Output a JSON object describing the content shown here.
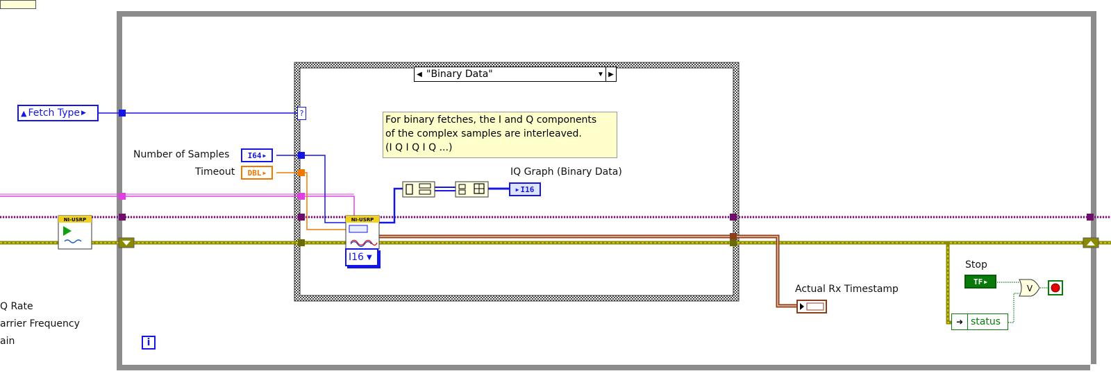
{
  "fetch_type": {
    "label": "Fetch Type"
  },
  "case_structure": {
    "selector": "\"Binary Data\""
  },
  "comment": {
    "lines": [
      "For binary fetches, the I and Q components",
      "of the complex samples are interleaved.",
      "(I Q I Q I Q ...)"
    ]
  },
  "labels": {
    "number_of_samples": "Number of Samples",
    "timeout": "Timeout",
    "iq_graph": "IQ Graph (Binary Data)",
    "actual_rx_timestamp": "Actual Rx Timestamp",
    "stop": "Stop",
    "partial_iq_rate": "Q Rate",
    "partial_carrier_frequency": "arrier Frequency",
    "partial_gain": "ain"
  },
  "terminals": {
    "i64": "I64",
    "dbl": "DBL",
    "i16_indicator": "I16",
    "tf": "TF",
    "ring": "I16",
    "status": "status",
    "iteration": "i",
    "ni_usrp": "NI-USRP",
    "selector_question": "?"
  },
  "colors": {
    "loop_border": "#8c8c8c",
    "case_border": "#404040",
    "integer_blue": "#1515e6",
    "double_orange": "#f07800",
    "error_cluster": "#8a8a00",
    "session_purple": "#6e0f6e",
    "timestamp_brown": "#8c3c1e",
    "boolean_green": "#0a7a0a",
    "comment_yellow": "#ffffcc"
  }
}
